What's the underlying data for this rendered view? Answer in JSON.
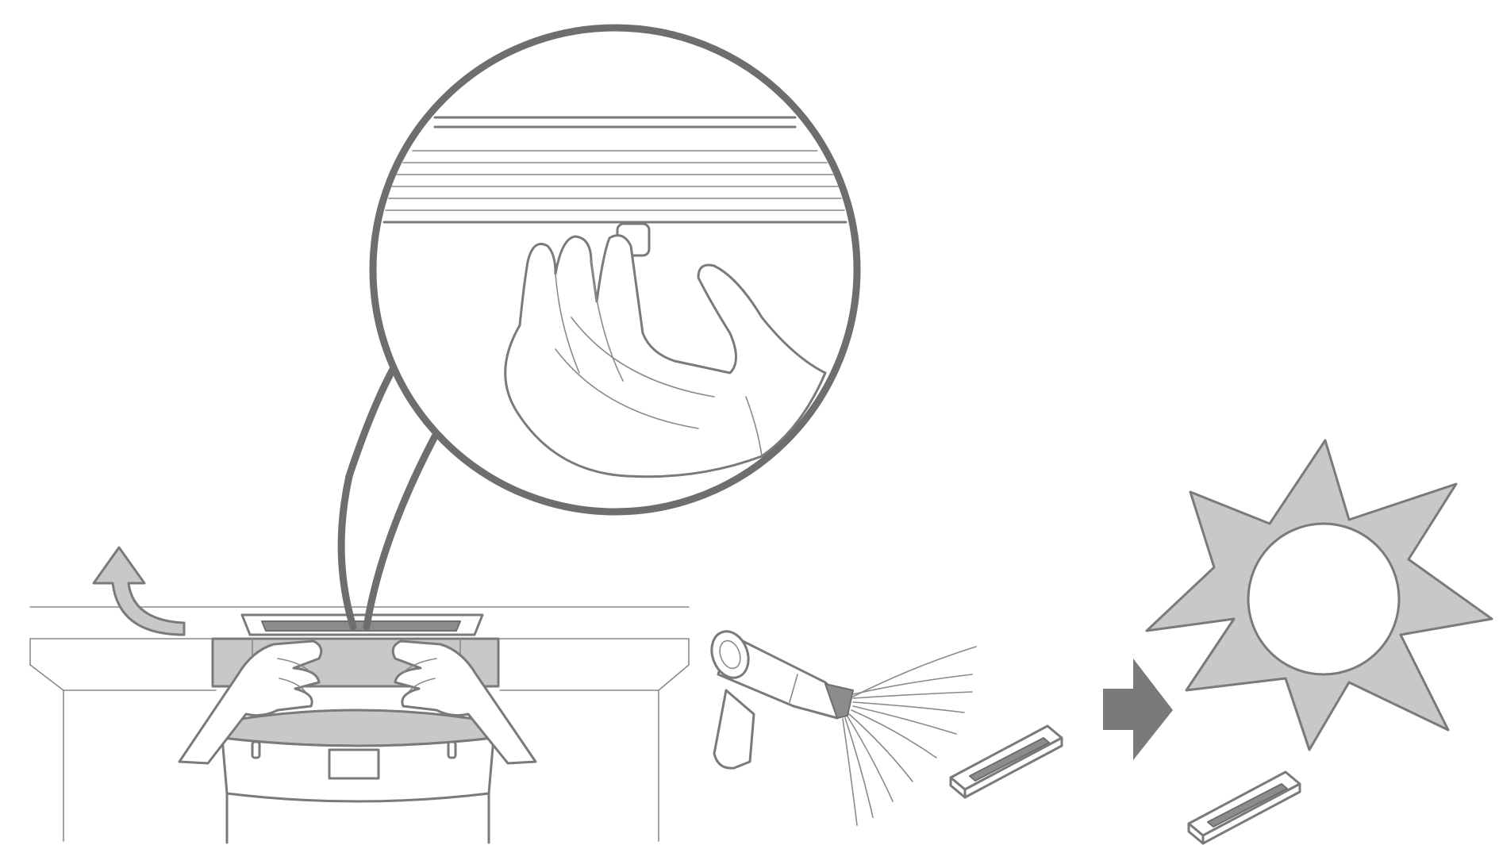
{
  "figure": {
    "panels": [
      "open-cover-remove-filter",
      "detail-pull-filter-tab",
      "dry-filter-with-hair-dryer",
      "dry-filter-in-sun"
    ]
  },
  "colors": {
    "line": "#7a7a7a",
    "shade": "#c8c8c8",
    "dark_shade": "#8c8c8c",
    "background": "#ffffff"
  },
  "icons": [
    "curved-up-arrow-icon",
    "right-arrow-icon",
    "hand-icon",
    "hair-dryer-icon",
    "sun-icon",
    "filter-icon"
  ]
}
